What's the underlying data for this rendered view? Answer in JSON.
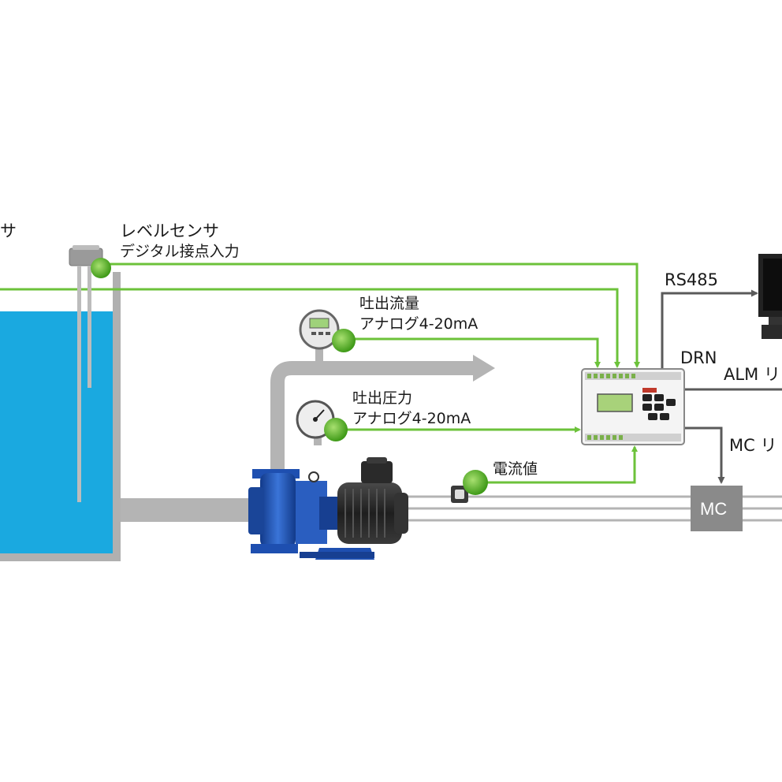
{
  "labels": {
    "level_sensor_left_partial": "サ",
    "level_sensor_title": "レベルセンサ",
    "level_sensor_sub": "デジタル接点入力",
    "flow_title": "吐出流量",
    "flow_sub": "アナログ4-20mA",
    "pressure_title": "吐出圧力",
    "pressure_sub": "アナログ4-20mA",
    "current": "電流値",
    "rs485": "RS485",
    "drn": "DRN",
    "alm": "ALM リ",
    "mc_relay": "MC リ",
    "mc_box": "MC"
  },
  "colors": {
    "water": "#1aa9e0",
    "pipe": "#b4b4b4",
    "tank_wall": "#b0b0b0",
    "signal_line": "#6cc23a",
    "control_line": "#5a5a5a",
    "sensor_dot": "#58b928",
    "pump_blue": "#1e4fb0",
    "motor_dark": "#2b2b2b",
    "mc_box": "#8a8a8a"
  },
  "icons": [
    "level-sensor-icon",
    "flow-meter-icon",
    "pressure-gauge-icon",
    "current-sensor-icon",
    "pump-icon",
    "motor-icon",
    "controller-icon",
    "monitor-icon",
    "mc-relay-icon"
  ]
}
